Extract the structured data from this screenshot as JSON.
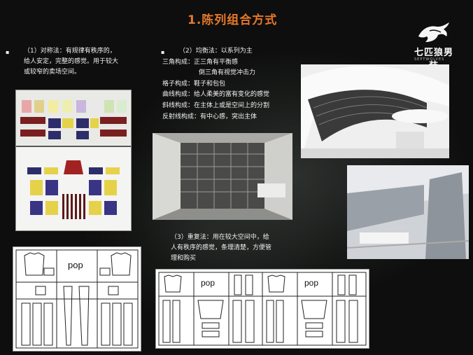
{
  "slide": {
    "title": "1.陈列组合方式",
    "brand": {
      "cn": "七匹狼男装",
      "en": "SEPTWOLVES"
    },
    "section1": {
      "lines": [
        "（1）对称法：有规律有秩序的，",
        "给人安定，完整的感觉。用于较大",
        "或较窄的卖场空间。"
      ]
    },
    "section2": {
      "lines": [
        "（2）均衡法：以系列为主",
        "三角构成：正三角有平衡感",
        "倒三角有视觉冲击力",
        "格子构成：鞋子和包包",
        "曲线构成：给人柔美的富有变化的感觉",
        "斜线构成：在主体上或是空间上的分割",
        "反射线构成：有中心感，突出主体"
      ]
    },
    "section3": {
      "lines": [
        "（3）重复法：用在较大空间中，给",
        "人有秩序的感觉，条理清楚，方便管",
        "理和购买"
      ]
    },
    "diagram_labels": {
      "left_pop": "pop",
      "right_pop_1": "pop",
      "right_pop_2": "pop"
    },
    "colors": {
      "title": "#e8772a",
      "background": "#0d0e0d",
      "text": "#f0f0f0"
    }
  }
}
